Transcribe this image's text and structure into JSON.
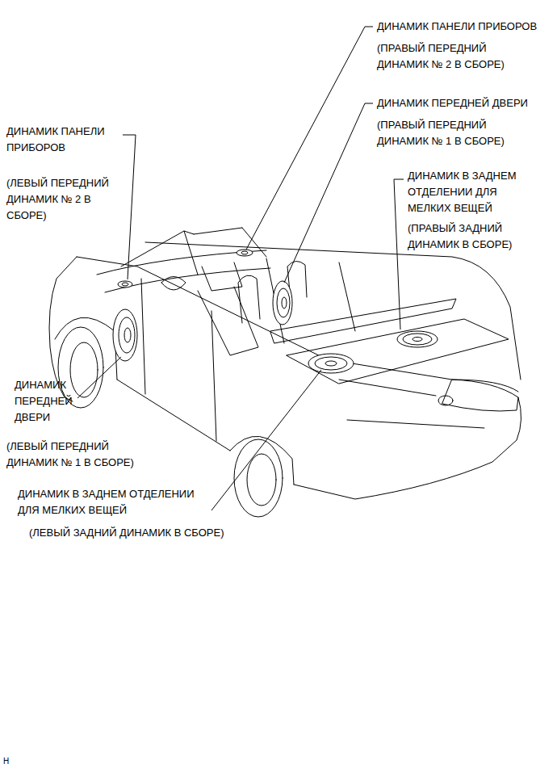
{
  "diagram": {
    "labels": [
      "ДИНАМИК ПАНЕЛИ ПРИБОРОВ",
      "(ПРАВЫЙ ПЕРЕДНИЙ ДИНАМИК № 2 В СБОРЕ)",
      "ДИНАМИК ПЕРЕДНЕЙ ДВЕРИ",
      "(ПРАВЫЙ ПЕРЕДНИЙ ДИНАМИК № 1 В СБОРЕ)",
      "ДИНАМИК ПАНЕЛИ ПРИБОРОВ",
      "(ЛЕВЫЙ ПЕРЕДНИЙ ДИНАМИК № 2 В СБОРЕ)",
      "ДИНАМИК В ЗАДНЕМ ОТДЕЛЕНИИ ДЛЯ МЕЛКИХ ВЕЩЕЙ",
      "(ПРАВЫЙ ЗАДНИЙ ДИНАМИК В СБОРЕ)",
      "ДИНАМИК ПЕРЕДНЕЙ ДВЕРИ",
      "(ЛЕВЫЙ ПЕРЕДНИЙ ДИНАМИК № 1 В СБОРЕ)",
      "ДИНАМИК В ЗАДНЕМ ОТДЕЛЕНИИ ДЛЯ МЕЛКИХ ВЕЩЕЙ",
      "(ЛЕВЫЙ ЗАДНИЙ ДИНАМИК В СБОРЕ)",
      "H"
    ]
  }
}
